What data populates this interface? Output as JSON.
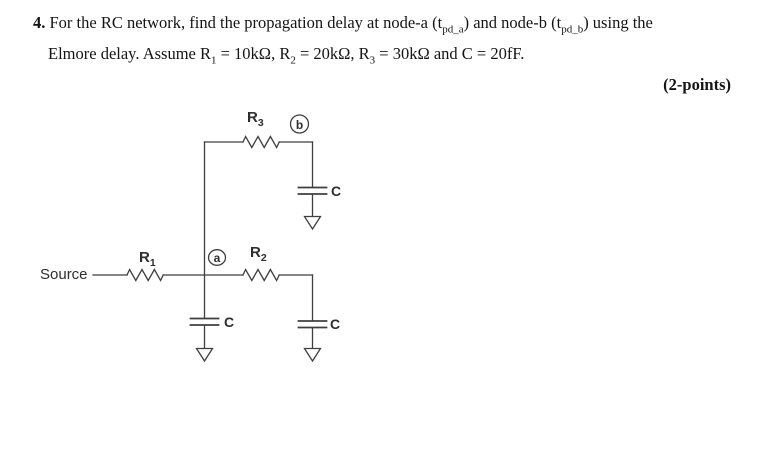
{
  "problem": {
    "line1": [
      {
        "t": "4.",
        "b": true
      },
      {
        "t": " For the RC network, find the propagation delay at node-a (t"
      },
      {
        "t": "pd_a",
        "sub": true
      },
      {
        "t": ") and node-b (t"
      },
      {
        "t": "pd_b",
        "sub": true
      },
      {
        "t": ") using the"
      }
    ],
    "line2": [
      {
        "t": "Elmore delay. Assume R"
      },
      {
        "t": "1",
        "sub": true
      },
      {
        "t": " = 10kΩ, R"
      },
      {
        "t": "2",
        "sub": true
      },
      {
        "t": " = 20kΩ, R"
      },
      {
        "t": "3",
        "sub": true
      },
      {
        "t": " = 30kΩ and C = 20fF."
      }
    ],
    "points": "(2-points)"
  },
  "circuit": {
    "source_label": "Source",
    "r1": {
      "base": "R",
      "sub": "1"
    },
    "r2": {
      "base": "R",
      "sub": "2"
    },
    "r3": {
      "base": "R",
      "sub": "3"
    },
    "cap_top_label": "C",
    "cap_mid_label": "C",
    "cap_right_label": "C",
    "node_a_label": "a",
    "node_b_label": "b",
    "stroke_color": "#3f3f3f"
  }
}
